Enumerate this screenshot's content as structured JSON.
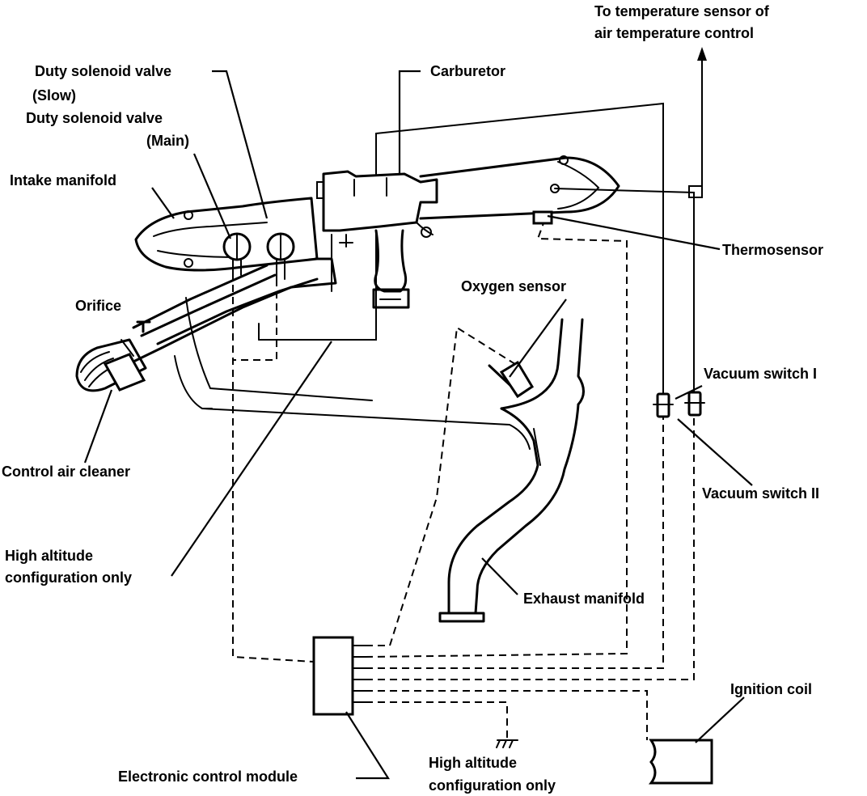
{
  "labels": {
    "temp_sensor_line1": "To temperature sensor of",
    "temp_sensor_line2": "air temperature control",
    "duty_slow_line1": "Duty solenoid valve",
    "duty_slow_line2": "(Slow)",
    "duty_main_line1": "Duty solenoid valve",
    "duty_main_line2": "(Main)",
    "carburetor": "Carburetor",
    "intake_manifold": "Intake manifold",
    "thermosensor": "Thermosensor",
    "oxygen_sensor": "Oxygen sensor",
    "orifice": "Orifice",
    "vacuum_switch_1": "Vacuum switch I",
    "vacuum_switch_2": "Vacuum switch II",
    "control_air_cleaner": "Control air cleaner",
    "high_alt_left_line1": "High altitude",
    "high_alt_left_line2": "configuration only",
    "exhaust_manifold": "Exhaust manifold",
    "ignition_coil": "Ignition coil",
    "ecm": "Electronic control module",
    "high_alt_bottom_line1": "High altitude",
    "high_alt_bottom_line2": "configuration only"
  }
}
